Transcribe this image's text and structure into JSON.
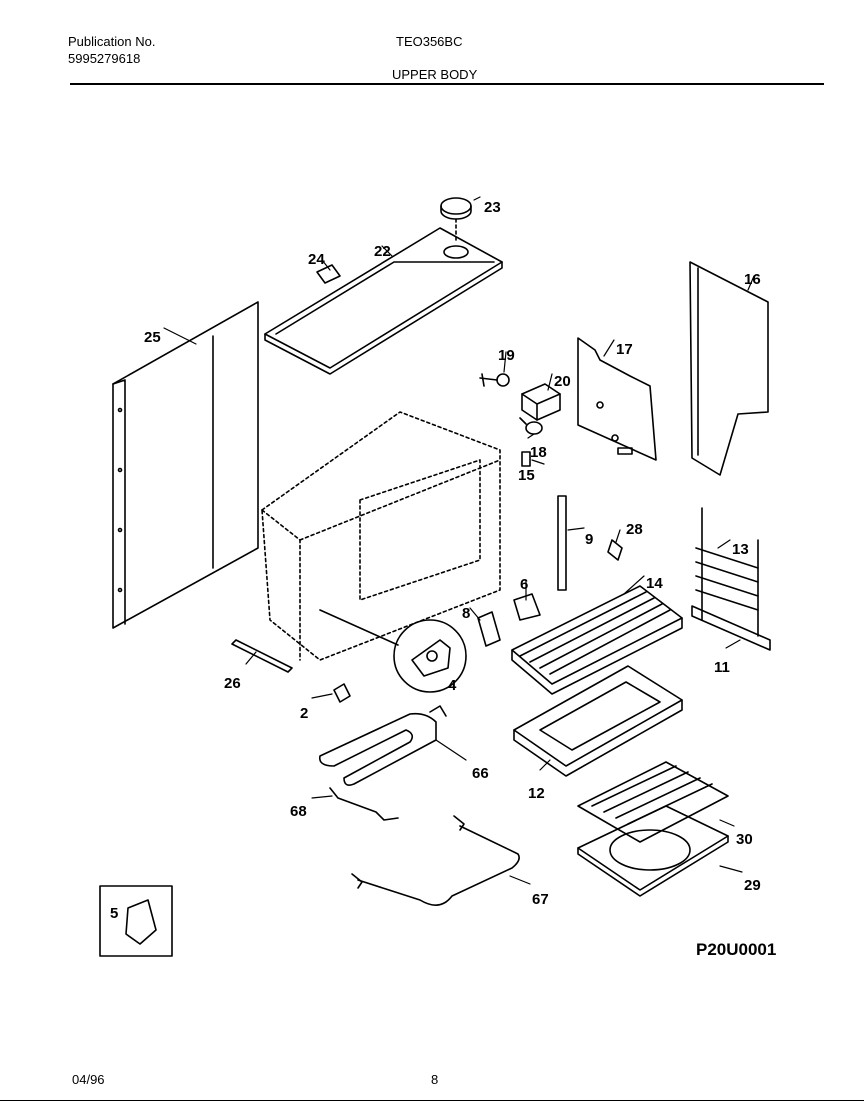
{
  "header": {
    "publication_label": "Publication No.",
    "publication_number": "5995279618",
    "model": "TEO356BC",
    "section": "UPPER BODY"
  },
  "diagram": {
    "drawing_code": "P20U0001",
    "part_numbers": [
      "23",
      "24",
      "22",
      "16",
      "25",
      "19",
      "17",
      "20",
      "18",
      "15",
      "9",
      "28",
      "13",
      "6",
      "14",
      "8",
      "4",
      "11",
      "26",
      "2",
      "12",
      "66",
      "68",
      "30",
      "67",
      "29",
      "5"
    ]
  },
  "footer": {
    "date": "04/96",
    "page": "8"
  }
}
